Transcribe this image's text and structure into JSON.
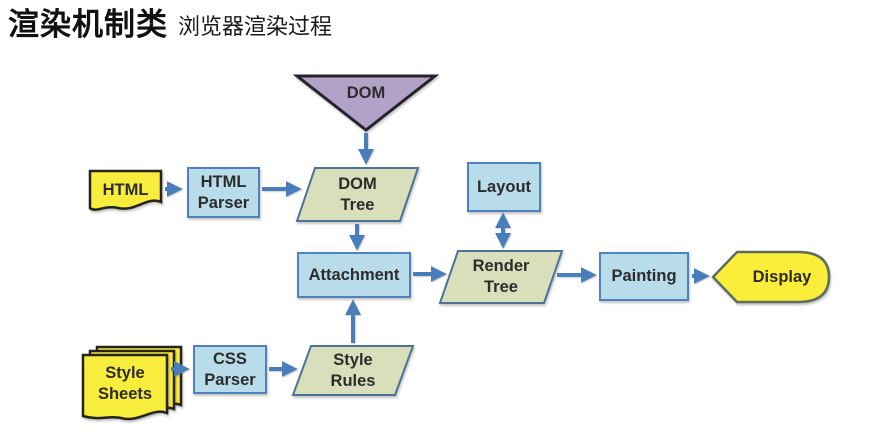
{
  "header": {
    "title": "渲染机制类",
    "subtitle": "浏览器渲染过程"
  },
  "diagram": {
    "nodes": {
      "dom": {
        "label": "DOM",
        "shape": "inverted-triangle"
      },
      "html": {
        "label": "HTML",
        "shape": "document"
      },
      "html_parser": {
        "label": "HTML\nParser",
        "shape": "process"
      },
      "dom_tree": {
        "label": "DOM\nTree",
        "shape": "parallelogram"
      },
      "layout": {
        "label": "Layout",
        "shape": "process"
      },
      "attachment": {
        "label": "Attachment",
        "shape": "process"
      },
      "render_tree": {
        "label": "Render\nTree",
        "shape": "parallelogram"
      },
      "painting": {
        "label": "Painting",
        "shape": "process"
      },
      "display": {
        "label": "Display",
        "shape": "display"
      },
      "style_sheets": {
        "label": "Style\nSheets",
        "shape": "multi-document"
      },
      "css_parser": {
        "label": "CSS\nParser",
        "shape": "process"
      },
      "style_rules": {
        "label": "Style\nRules",
        "shape": "parallelogram"
      }
    },
    "edges": [
      {
        "from": "dom",
        "to": "dom_tree",
        "direction": "down"
      },
      {
        "from": "html",
        "to": "html_parser",
        "direction": "right"
      },
      {
        "from": "html_parser",
        "to": "dom_tree",
        "direction": "right"
      },
      {
        "from": "dom_tree",
        "to": "attachment",
        "direction": "down"
      },
      {
        "from": "layout",
        "to": "render_tree",
        "direction": "bidirectional"
      },
      {
        "from": "attachment",
        "to": "render_tree",
        "direction": "right"
      },
      {
        "from": "render_tree",
        "to": "painting",
        "direction": "right"
      },
      {
        "from": "painting",
        "to": "display",
        "direction": "right"
      },
      {
        "from": "style_sheets",
        "to": "css_parser",
        "direction": "right"
      },
      {
        "from": "css_parser",
        "to": "style_rules",
        "direction": "right"
      },
      {
        "from": "style_rules",
        "to": "attachment",
        "direction": "up"
      }
    ],
    "colors": {
      "process_fill": "#b9dcea",
      "process_border": "#4f81bd",
      "data_fill": "#d9dfba",
      "data_border": "#4e7296",
      "dom_fill": "#b3a2c7",
      "dom_border": "#26222e",
      "doc_fill": "#f8ec3d",
      "doc_border": "#24241a",
      "display_fill": "#faee3b",
      "display_border": "#5c6e5c",
      "arrow": "#4a7ebb"
    }
  }
}
